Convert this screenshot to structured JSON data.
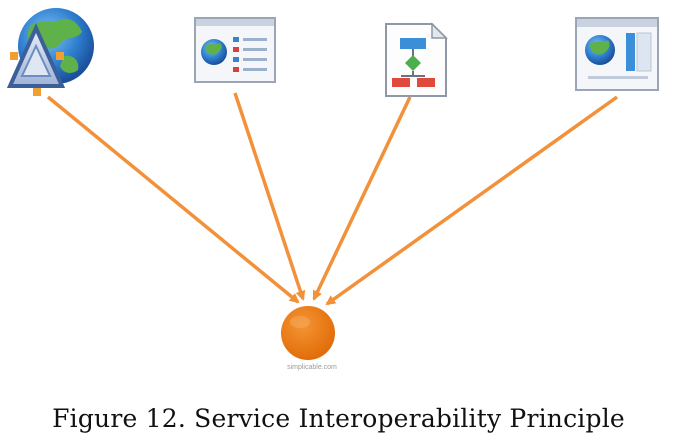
{
  "diagram": {
    "nodes": [
      {
        "id": "web-globe-app",
        "icon": "globe-triangle-icon"
      },
      {
        "id": "web-page-list",
        "icon": "browser-window-list-icon"
      },
      {
        "id": "flowchart-document",
        "icon": "flowchart-document-icon"
      },
      {
        "id": "web-page-panel",
        "icon": "browser-window-panel-icon"
      }
    ],
    "target": {
      "id": "service",
      "icon": "service-circle-icon",
      "color": "#e8720c"
    },
    "edge_color": "#f2913a",
    "watermark": "simplicable.com"
  },
  "caption": "Figure 12. Service Interoperability Principle"
}
